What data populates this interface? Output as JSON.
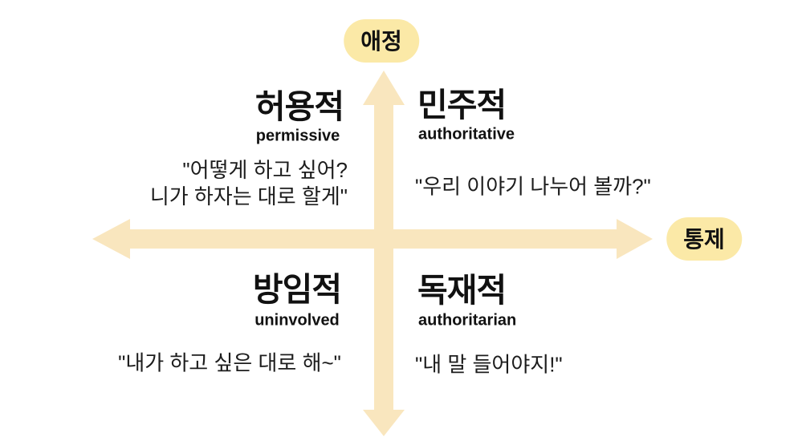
{
  "colors": {
    "arrow": "#F9E6BE",
    "pill_bg": "#FBE9A7",
    "text": "#111111"
  },
  "axes": {
    "y_label": "애정",
    "x_label": "통제"
  },
  "quadrants": [
    {
      "id": "top-left",
      "title": "허용적",
      "subtitle": "permissive",
      "quote_lines": [
        "\"어떻게 하고 싶어?",
        "니가 하자는 대로 할게\""
      ]
    },
    {
      "id": "top-right",
      "title": "민주적",
      "subtitle": "authoritative",
      "quote_lines": [
        "\"우리 이야기 나누어 볼까?\""
      ]
    },
    {
      "id": "bottom-left",
      "title": "방임적",
      "subtitle": "uninvolved",
      "quote_lines": [
        "\"내가 하고 싶은 대로 해~\""
      ]
    },
    {
      "id": "bottom-right",
      "title": "독재적",
      "subtitle": "authoritarian",
      "quote_lines": [
        "\"내 말 들어야지!\""
      ]
    }
  ]
}
